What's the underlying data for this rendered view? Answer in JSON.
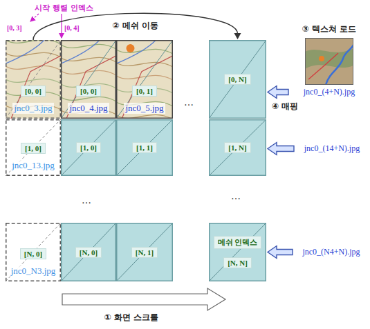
{
  "diagram": {
    "nodes": [
      {
        "text": [
          "[0, 0]",
          "jnc0_3.jpg"
        ]
      },
      {
        "text": [
          "[0, 0]",
          "jnc0_4.jpg"
        ]
      },
      {
        "text": [
          "[0, 1]",
          "jnc0_5.jpg"
        ]
      },
      {
        "text": [
          "[0, N]"
        ]
      },
      {
        "text": [
          "[1, 0]",
          "jnc0_13.jpg"
        ]
      },
      {
        "text": [
          "[1, 0]"
        ]
      },
      {
        "text": [
          "[1, 1]"
        ]
      },
      {
        "text": [
          "[1, N]"
        ]
      },
      {
        "text": [
          "[N, 0]",
          "jnc0_N3.jpg"
        ]
      },
      {
        "text": [
          "[N, 0]"
        ]
      },
      {
        "text": [
          "[N, 1]"
        ]
      },
      {
        "text": [
          "메쉬 인덱스",
          "[N, N]"
        ]
      },
      {
        "text": [
          "③ 텍스쳐 로드",
          "jnc0_(4+N).jpg"
        ]
      },
      {
        "text": [
          "jnc0_(14+N).jpg"
        ]
      },
      {
        "text": [
          "jnc0_(N4+N).jpg"
        ]
      }
    ],
    "edges": [
      {
        "from": 0,
        "to": 3,
        "arrow": "to",
        "label": "② 메쉬 이동"
      },
      {
        "from": 12,
        "to": 3,
        "arrow": "to",
        "label": "④ 매핑"
      },
      {
        "from": 13,
        "to": 7,
        "arrow": "to"
      },
      {
        "from": 14,
        "to": 11,
        "arrow": "to"
      }
    ],
    "labels": [
      "시작 행렬 인덱스",
      "[0, 3]",
      "[0, 4]",
      "…",
      "…",
      "…",
      "① 화면 스크롤"
    ]
  }
}
